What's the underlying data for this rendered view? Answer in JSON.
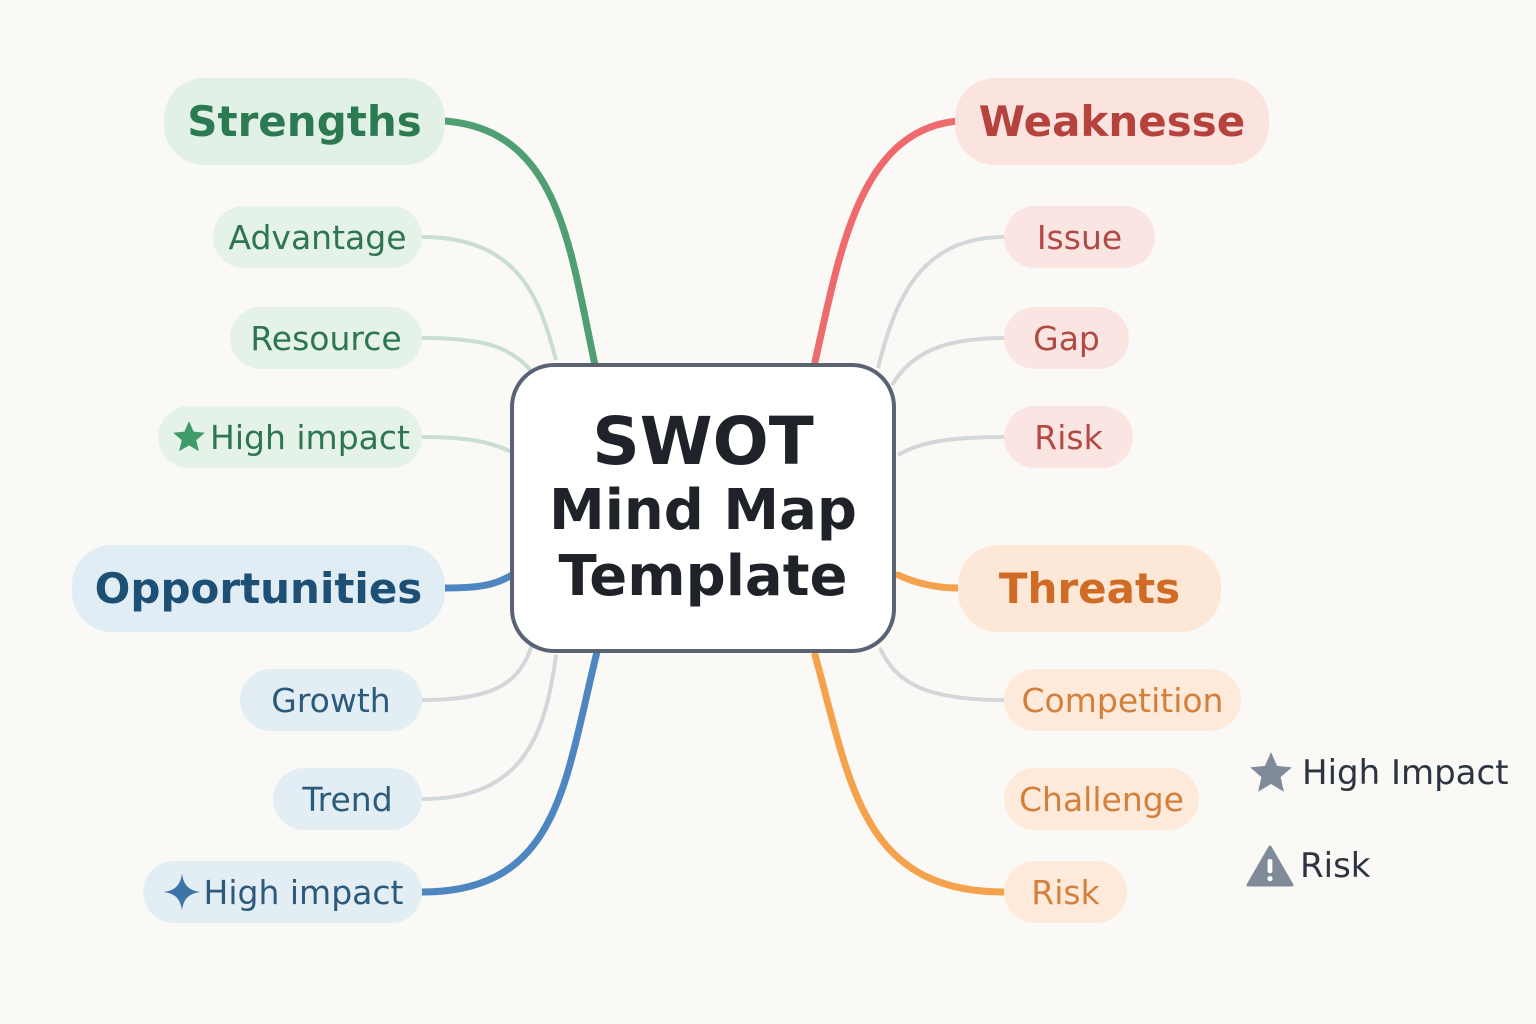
{
  "center": {
    "line1": "SWOT",
    "line2": "Mind Map",
    "line3": "Template"
  },
  "strengths": {
    "title": "Strengths",
    "items": [
      "Advantage",
      "Resource",
      "High impact"
    ]
  },
  "weaknesses": {
    "title": "Weaknesse",
    "items": [
      "Issue",
      "Gap",
      "Risk"
    ]
  },
  "opportunities": {
    "title": "Opportunities",
    "items": [
      "Growth",
      "Trend",
      "High impact"
    ]
  },
  "threats": {
    "title": "Threats",
    "items": [
      "Competition",
      "Challenge",
      "Risk"
    ]
  },
  "legend": {
    "high_impact": "High Impact",
    "risk": "Risk"
  },
  "colors": {
    "strengths": "#4f9f72",
    "weaknesses": "#ef6a6c",
    "opportunities": "#4d86c1",
    "threats": "#f5a24d",
    "connector": "#d3d7da",
    "legend_icon": "#7f8b99"
  },
  "icons": {
    "strengths_marker": "star-icon",
    "opportunities_marker": "sparkle-icon",
    "legend_high_impact": "star-icon",
    "legend_risk": "warning-icon"
  }
}
